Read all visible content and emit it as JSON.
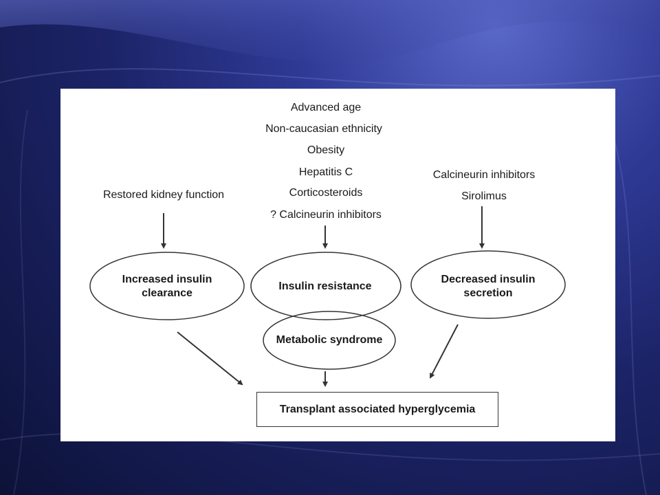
{
  "slide": {
    "background_color": "#1c2468",
    "panel_color": "#ffffff"
  },
  "diagram": {
    "left_factors": [
      "Restored kidney function"
    ],
    "center_factors": [
      "Advanced age",
      "Non-caucasian ethnicity",
      "Obesity",
      "Hepatitis C",
      "Corticosteroids",
      "? Calcineurin inhibitors"
    ],
    "right_factors": [
      "Calcineurin inhibitors",
      "Sirolimus"
    ],
    "ovals": {
      "left": "Increased insulin clearance",
      "center": "Insulin resistance",
      "right": "Decreased insulin secretion",
      "overlap": "Metabolic syndrome"
    },
    "outcome": "Transplant associated hyperglycemia"
  }
}
